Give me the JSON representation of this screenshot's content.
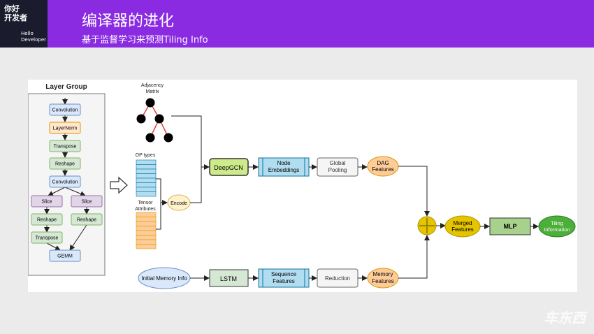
{
  "header": {
    "logo_line1": "你好",
    "logo_line2": "开发者",
    "logo_small1": "Hello",
    "logo_small2": "Developer",
    "title": "编译器的进化",
    "subtitle": "基于监督学习来预测Tiling Info"
  },
  "diagram": {
    "layer_group": {
      "title": "Layer Group",
      "nodes": [
        "Convolution",
        "LayerNorm",
        "Transpose",
        "Reshape",
        "Convolution",
        "Slice",
        "Slice",
        "Reshape",
        "Reshape",
        "Transpose",
        "GEMM"
      ]
    },
    "adjacency_label": "Adjacency Matrix",
    "op_types_label": "OP types",
    "tensor_attr_label": "Tensor Attributes",
    "encode": "Encode",
    "deepgcn": "DeepGCN",
    "node_embeddings": "Node Embeddings",
    "global_pooling": "Global Pooling",
    "dag_features": "DAG Features",
    "merged_features": "Merged Features",
    "mlp": "MLP",
    "tiling_information": "Tiling Information",
    "initial_memory": "Initial Memory Info",
    "lstm": "LSTM",
    "sequence_features": "Sequence Features",
    "reduction": "Reduction",
    "memory_features": "Memory Features"
  },
  "watermark": "车东西",
  "colors": {
    "header": "#8a2be2",
    "blue_node": "#dae8fc",
    "orange_node": "#ffe6cc",
    "green_node": "#d5e8d4",
    "purple_node": "#e1d5e7",
    "yellow": "#e5c400",
    "cyan": "#b1ddf0",
    "mlp_green": "#a9d18e"
  }
}
